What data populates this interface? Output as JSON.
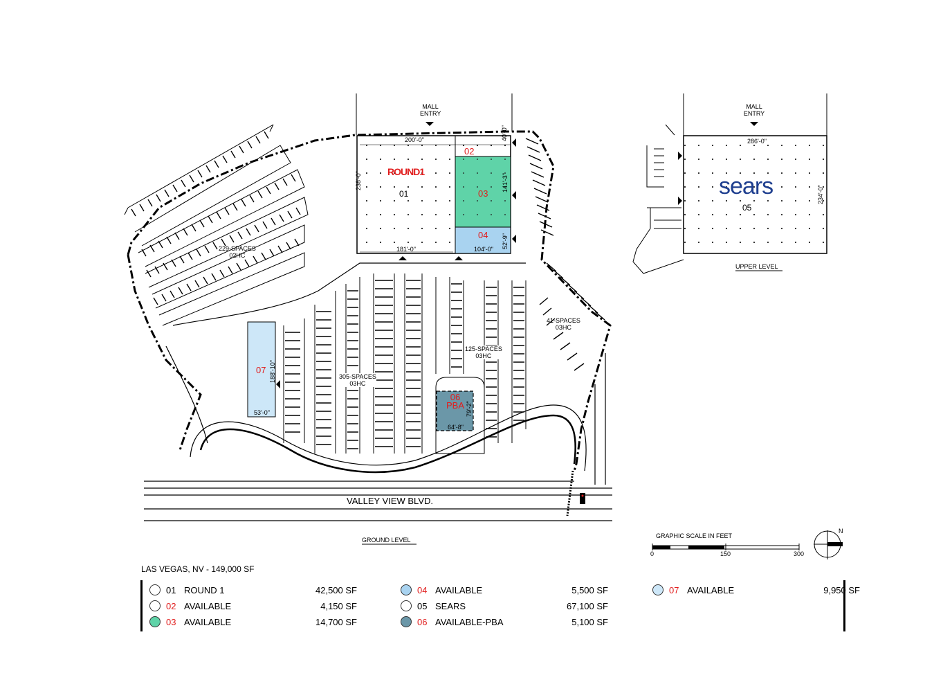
{
  "title": "LAS VEGAS, NV - 149,000 SF",
  "levels": {
    "ground": "GROUND LEVEL",
    "upper": "UPPER LEVEL"
  },
  "entries": {
    "mall_entry_line1": "MALL",
    "mall_entry_line2": "ENTRY"
  },
  "street": "VALLEY VIEW BLVD.",
  "scale": {
    "title": "GRAPHIC SCALE IN FEET",
    "ticks": [
      "0",
      "150",
      "300"
    ]
  },
  "north_label": "N",
  "logos": {
    "round1": "ROUND1",
    "sears": "sears"
  },
  "units": {
    "u01": "01",
    "u02": "02",
    "u03": "03",
    "u04": "04",
    "u05": "05",
    "u06_line1": "06",
    "u06_line2": "PBA",
    "u07": "07"
  },
  "dimensions": {
    "d200": "200'-0\"",
    "d40": "40'-0\"",
    "d238": "238'-0\"",
    "d141": "141'-3\"",
    "d181": "181'-0\"",
    "d104": "104'-0\"",
    "d52": "52'-9\"",
    "d286": "286'-0\"",
    "d234": "234'-0\"",
    "d188": "188'-10\"",
    "d53": "53'-0\"",
    "d79": "79'-2\"",
    "d64": "64'-8\""
  },
  "parking": {
    "p229_1": "229-SPACES",
    "p229_2": "02HC",
    "p305_1": "305-SPACES",
    "p305_2": "03HC",
    "p125_1": "125-SPACES",
    "p125_2": "03HC",
    "p41_1": "41-SPACES",
    "p41_2": "03HC"
  },
  "colors": {
    "green": "#5fd3a8",
    "blue": "#a9d3f0",
    "lightblue": "#cde7f8",
    "slate": "#6b97a8",
    "red": "#e11d1d",
    "searsblue": "#1f3f8f"
  },
  "legend": [
    {
      "num": "01",
      "name": "ROUND 1",
      "sf": "42,500 SF",
      "color": "#ffffff",
      "num_red": false
    },
    {
      "num": "02",
      "name": "AVAILABLE",
      "sf": "4,150 SF",
      "color": "#ffffff",
      "num_red": true
    },
    {
      "num": "03",
      "name": "AVAILABLE",
      "sf": "14,700 SF",
      "color": "#5fd3a8",
      "num_red": true
    },
    {
      "num": "04",
      "name": "AVAILABLE",
      "sf": "5,500 SF",
      "color": "#a9d3f0",
      "num_red": true
    },
    {
      "num": "05",
      "name": "SEARS",
      "sf": "67,100 SF",
      "color": "#ffffff",
      "num_red": false
    },
    {
      "num": "06",
      "name": "AVAILABLE-PBA",
      "sf": "5,100 SF",
      "color": "#6b97a8",
      "num_red": true
    },
    {
      "num": "07",
      "name": "AVAILABLE",
      "sf": "9,950 SF",
      "color": "#cde7f8",
      "num_red": true
    }
  ]
}
